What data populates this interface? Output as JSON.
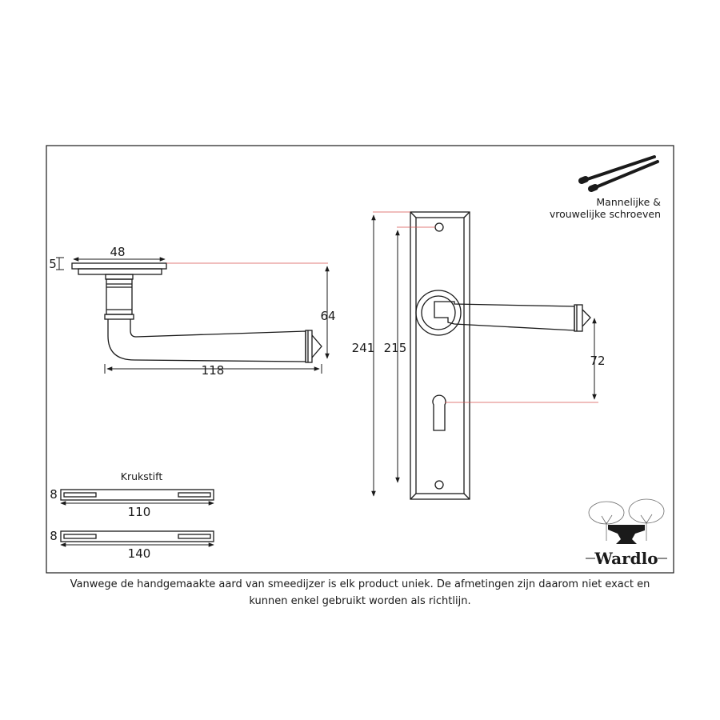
{
  "lever_side_view": {
    "rose_width": "48",
    "rose_thickness": "5",
    "lever_height": "64",
    "lever_length": "118"
  },
  "backplate_view": {
    "total_height": "241",
    "screw_distance": "215",
    "centre_distance": "72"
  },
  "screws": {
    "label_line1": "Mannelijke &",
    "label_line2": "vrouwelijke schroeven"
  },
  "spindles": {
    "title": "Krukstift",
    "items": [
      {
        "thickness": "8",
        "length": "110"
      },
      {
        "thickness": "8",
        "length": "140"
      }
    ]
  },
  "logo": {
    "text": "Wardlo"
  },
  "disclaimer": {
    "line1": "Vanwege de handgemaakte aard van smeedijzer is elk product uniek. De afmetingen zijn daarom niet exact en",
    "line2": "kunnen enkel gebruikt worden als richtlijn."
  },
  "colors": {
    "line": "#1a1a1a",
    "guide": "#d9534f"
  }
}
